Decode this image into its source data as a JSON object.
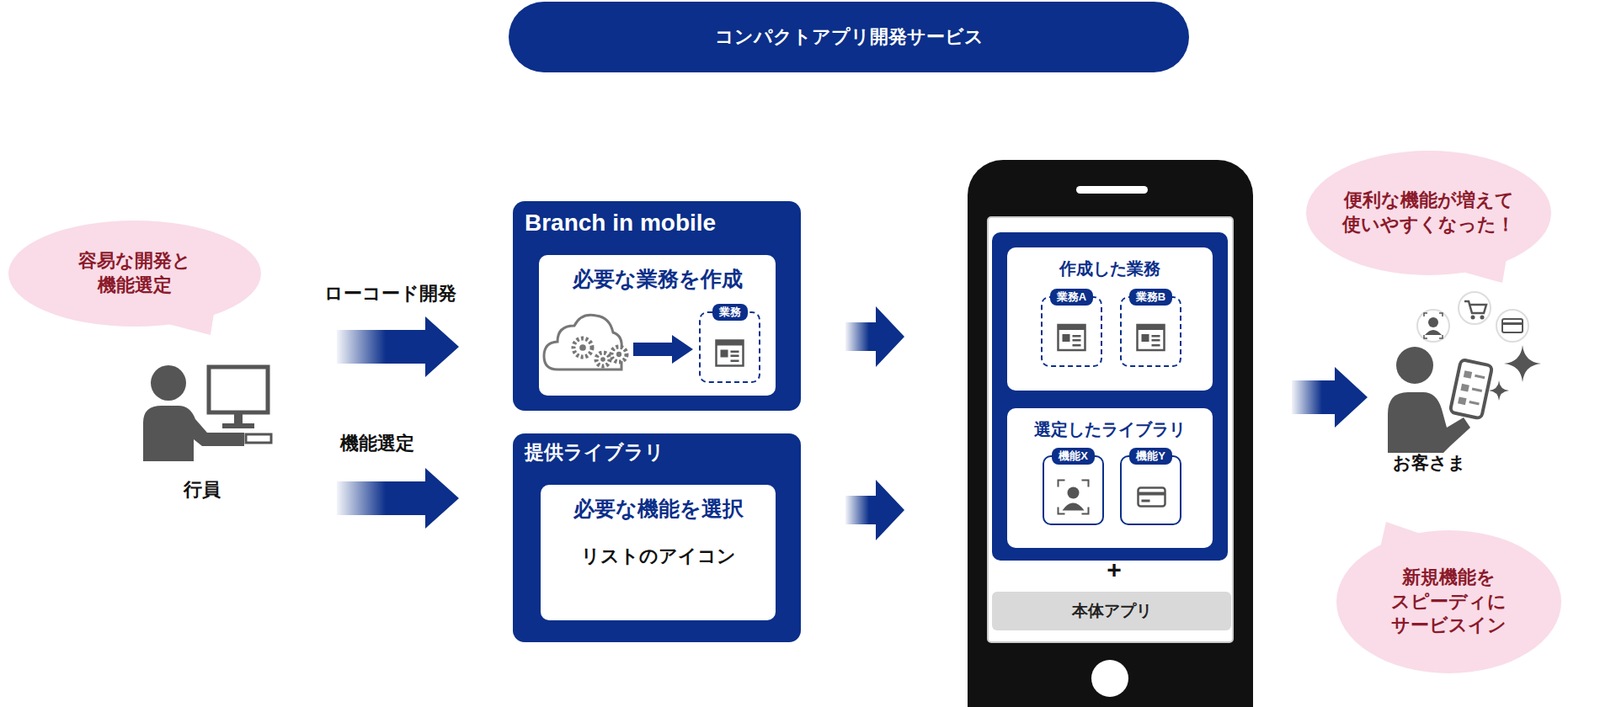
{
  "diagram": {
    "title": "コンパクトアプリ開発サービス",
    "nodes": [
      {
        "text": [
          "容易な開発と 機能選定"
        ]
      },
      {
        "text": [
          "Branch in mobile"
        ]
      },
      {
        "text": [
          "必要な業務を作成"
        ],
        "in": 1
      },
      {
        "text": [
          "業務"
        ],
        "in": 2
      },
      {
        "text": [
          "提供ライブラリ"
        ]
      },
      {
        "text": [
          "必要な機能を選択",
          "リストのアイコン"
        ],
        "in": 4
      },
      {
        "text": [
          "作成した業務"
        ]
      },
      {
        "text": [
          "業務A"
        ],
        "in": 6
      },
      {
        "text": [
          "業務B"
        ],
        "in": 6
      },
      {
        "text": [
          "選定したライブラリ"
        ]
      },
      {
        "text": [
          "機能X"
        ],
        "in": 9
      },
      {
        "text": [
          "機能Y"
        ],
        "in": 9
      },
      {
        "text": [
          "本体アプリ"
        ]
      },
      {
        "text": [
          "便利な機能が増えて 使いやすくなった！"
        ]
      },
      {
        "text": [
          "新規機能を スピーディに サービスイン"
        ]
      }
    ],
    "labels": [
      "ローコード開発",
      "機能選定",
      "行員",
      "+",
      "お客さま"
    ]
  }
}
